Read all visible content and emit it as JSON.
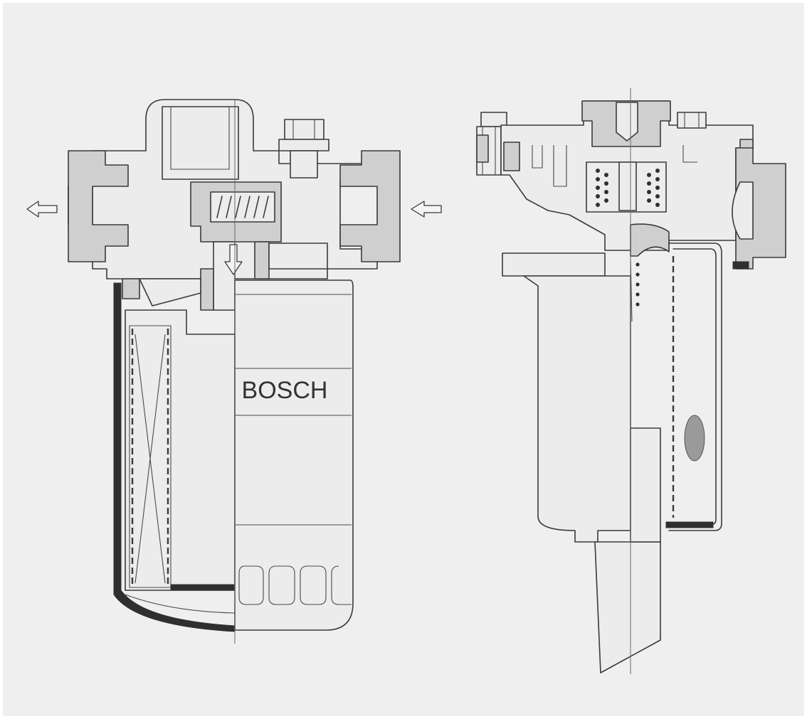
{
  "figure": {
    "brand_label": "BOSCH",
    "left_view": "filter-with-housing-cutaway",
    "right_view": "filter-section-side-view",
    "flow_arrows": [
      "outlet-arrow-left",
      "inlet-arrow-right",
      "down-arrow-center"
    ],
    "colors": {
      "background": "#efefef",
      "section_fill": "#cfcfcf",
      "part_fill": "#ececec",
      "outline": "#3a3a3a"
    }
  }
}
